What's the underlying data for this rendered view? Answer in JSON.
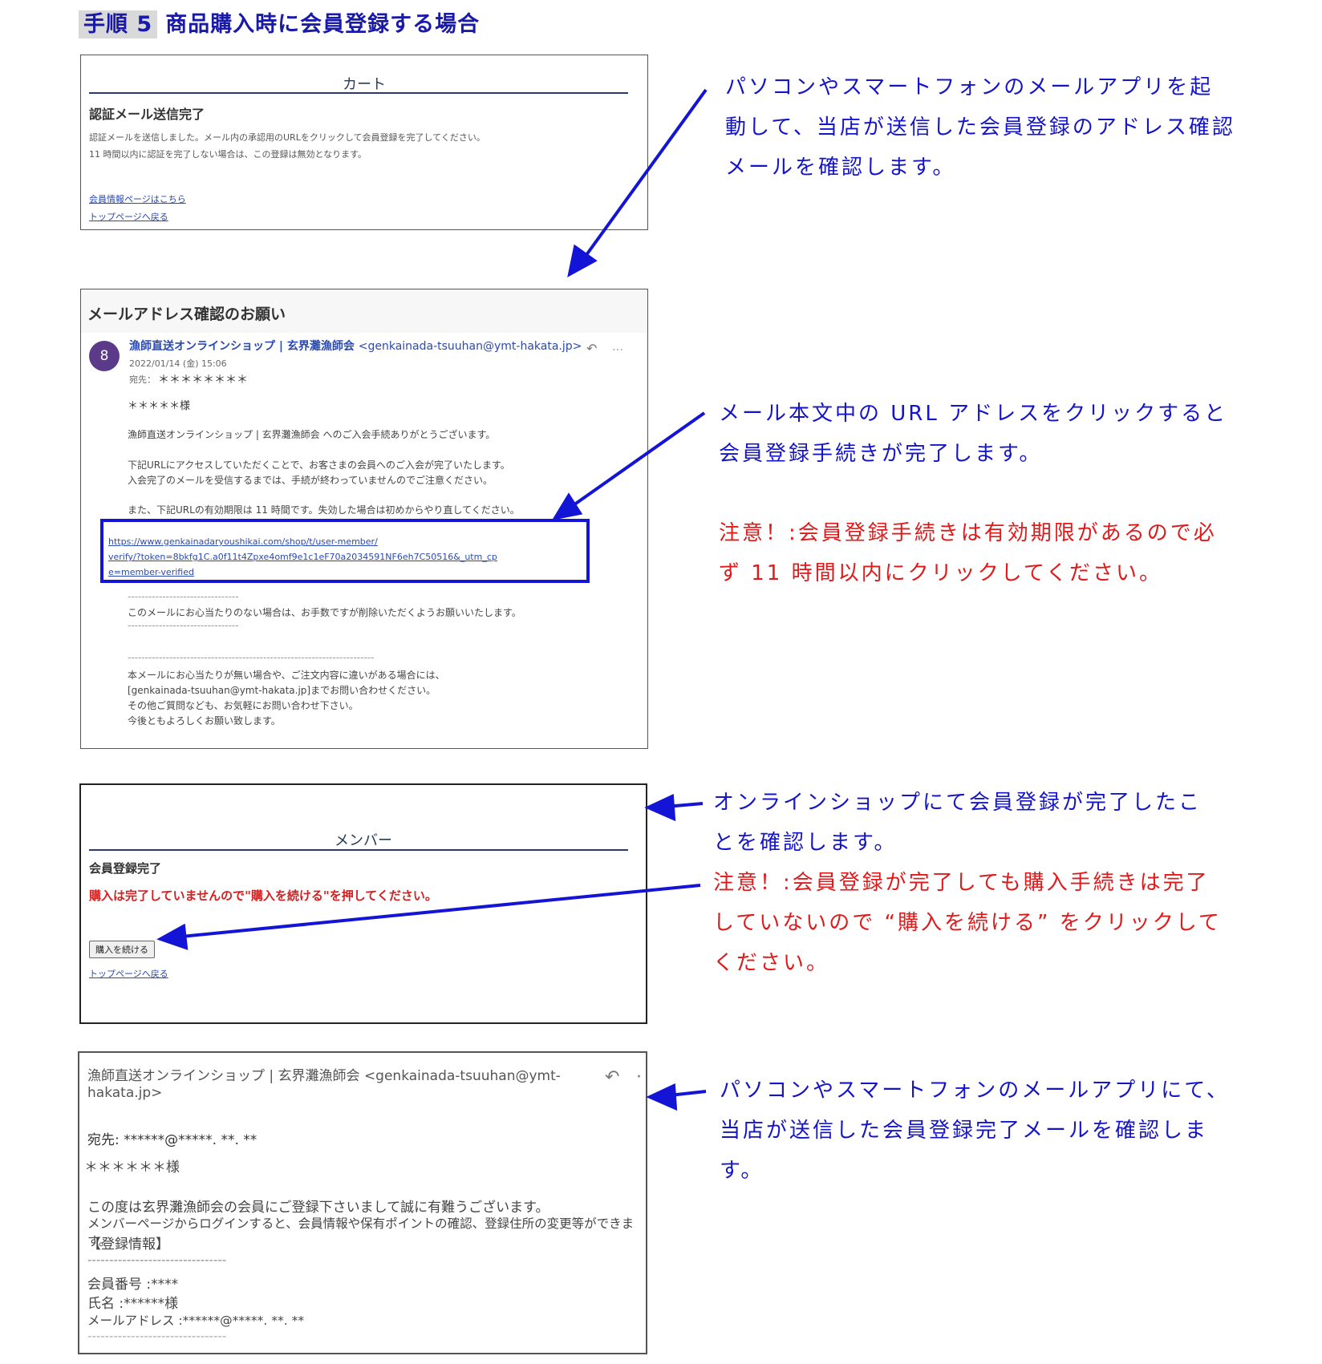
{
  "heading": {
    "step": "手順 5",
    "title": "商品購入時に会員登録する場合"
  },
  "shot1": {
    "title": "カート",
    "subtitle": "認証メール送信完了",
    "line1": "認証メールを送信しました。メール内の承認用のURLをクリックして会員登録を完了してください。",
    "line2": "11 時間以内に認証を完了しない場合は、この登録は無効となります。",
    "link1": "会員情報ページはこちら",
    "link2": "トップページへ戻る"
  },
  "shot2": {
    "subject": "メールアドレス確認のお願い",
    "avatar": "8",
    "sender": "漁師直送オンラインショップ | 玄界灘漁師会",
    "sender_addr": "<genkainada-tsuuhan@ymt-hakata.jp>",
    "date": "2022/01/14 (金) 15:06",
    "to_label": "宛先：",
    "to_value": "＊＊＊＊＊＊＊＊",
    "greeting": "＊＊＊＊＊様",
    "p1": "漁師直送オンラインショップ | 玄界灘漁師会 へのご入会手続ありがとうございます。",
    "p2a": "下記URLにアクセスしていただくことで、お客さまの会員へのご入会が完了いたします。",
    "p2b": "入会完了のメールを受信するまでは、手続が終わっていませんのでご注意ください。",
    "p3": "また、下記URLの有効期限は 11 時間です。失効した場合は初めからやり直してください。",
    "url1": "https://www.genkainadaryoushikai.com/shop/t/user-member/",
    "url2": "verify/?token=8bkfg1C.a0f11t4Zpxe4omf9e1c1eF70a2034591NF6eh7C50516&_utm_cp",
    "url3": "e=member-verified",
    "dash": "--------------------------------",
    "p4": "このメールにお心当たりのない場合は、お手数ですが削除いただくようお願いいたします。",
    "dash_long": "-----------------------------------------------------------------------",
    "f1": "本メールにお心当たりが無い場合や、ご注文内容に違いがある場合には、",
    "f2": "[genkainada-tsuuhan@ymt-hakata.jp]までお問い合わせください。",
    "f3": "その他ご質問なども、お気軽にお問い合わせ下さい。",
    "f4": "今後ともよろしくお願い致します。",
    "reply_icon": "↶",
    "more_icon": "…"
  },
  "shot3": {
    "title": "メンバー",
    "subtitle": "会員登録完了",
    "warning": "購入は完了していませんので\"購入を続ける\"を押してください。",
    "button": "購入を続ける",
    "link": "トップページへ戻る"
  },
  "shot4": {
    "sender1": "漁師直送オンラインショップ | 玄界灘漁師会 <genkainada-tsuuhan@ymt-",
    "sender2": "hakata.jp>",
    "to": "宛先: ******@*****. **. **",
    "greeting": "＊＊＊＊＊＊様",
    "p1": "この度は玄界灘漁師会の会員にご登録下さいまして誠に有難うございます。",
    "p2": "メンバーページからログインすると、会員情報や保有ポイントの確認、登録住所の変更等ができます。",
    "info_header": "【登録情報】",
    "dash": "--------------------------------",
    "member_no": "会員番号 :****",
    "name": "氏名 :******様",
    "email": "メールアドレス :******@*****. **. **",
    "reply_icon": "↶",
    "more_icon": "·"
  },
  "notes": {
    "n1": [
      "パソコンやスマートフォンのメールアプリを起",
      "動して、当店が送信した会員登録のアドレス確認",
      "メールを確認します。"
    ],
    "n2": [
      "メール本文中の URL アドレスをクリックすると",
      "会員登録手続きが完了します。"
    ],
    "n2_warn": [
      "注意！:会員登録手続きは有効期限があるので必",
      "ず 11 時間以内にクリックしてください。"
    ],
    "n3": [
      "オンラインショップにて会員登録が完了したこ",
      "とを確認します。"
    ],
    "n3_warn": [
      "注意！:会員登録が完了しても購入手続きは完了",
      "していないので “購入を続ける” をクリックして",
      "ください。"
    ],
    "n4": [
      "パソコンやスマートフォンのメールアプリにて、",
      "当店が送信した会員登録完了メールを確認しま",
      "す。"
    ]
  },
  "colors": {
    "annotation_blue": "#1414c8",
    "annotation_red": "#e01a1a",
    "highlight_box": "#1414d6"
  }
}
